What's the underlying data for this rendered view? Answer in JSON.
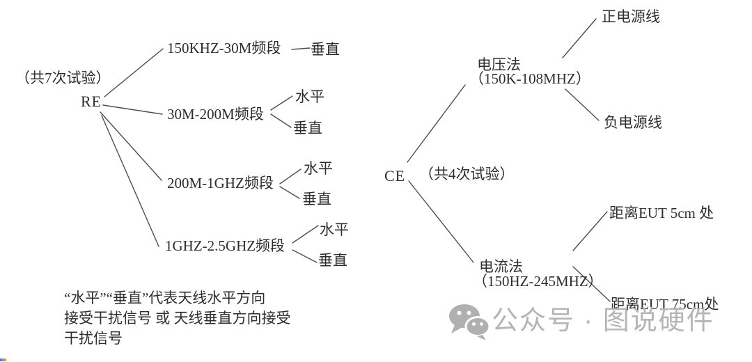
{
  "colors": {
    "background": "#ffffff",
    "text": "#2e2e2e",
    "line": "#4d4d4d",
    "watermark": "#b5b5b5"
  },
  "left_tree": {
    "count_label": "（共7次试验）",
    "root": "RE",
    "branches": [
      {
        "label": "150KHZ-30M频段",
        "children": [
          "垂直"
        ]
      },
      {
        "label": "30M-200M频段",
        "children": [
          "水平",
          "垂直"
        ]
      },
      {
        "label": "200M-1GHZ频段",
        "children": [
          "水平",
          "垂直"
        ]
      },
      {
        "label": "1GHZ-2.5GHZ频段",
        "children": [
          "水平",
          "垂直"
        ]
      }
    ],
    "note_lines": [
      "“水平”“垂直”代表天线水平方向",
      "接受干扰信号 或 天线垂直方向接受",
      "干扰信号"
    ]
  },
  "right_tree": {
    "root": "CE",
    "count_label": "（共4次试验）",
    "branches": [
      {
        "label": "电压法",
        "range": "（150K-108MHZ）",
        "children": [
          "正电源线",
          "负电源线"
        ]
      },
      {
        "label": "电流法",
        "range": "（150HZ-245MHZ）",
        "children": [
          "距离EUT 5cm 处",
          "距离EUT 75cm处"
        ]
      }
    ]
  },
  "watermark": {
    "icon": "wechat-icon",
    "text": "公众号 · 图说硬件"
  }
}
